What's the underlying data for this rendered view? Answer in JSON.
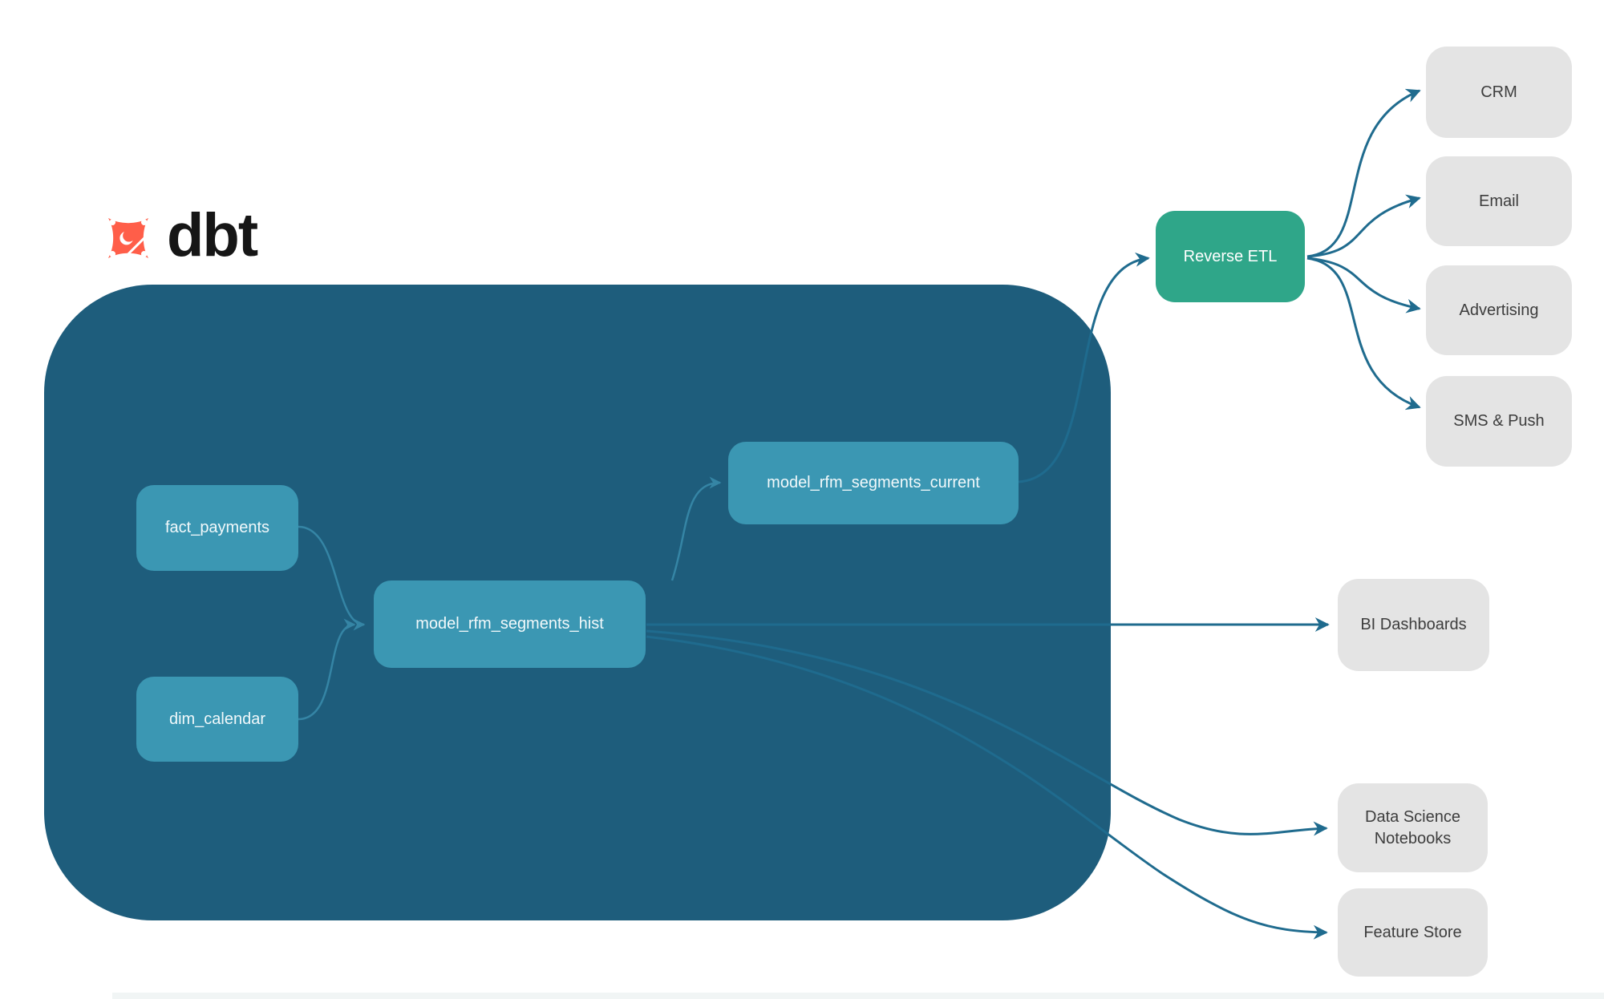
{
  "logo": {
    "wordmark": "dbt",
    "icon": "dbt-star-icon"
  },
  "warehouse": {
    "nodes": [
      {
        "id": "fact_payments",
        "label": "fact_payments"
      },
      {
        "id": "dim_calendar",
        "label": "dim_calendar"
      },
      {
        "id": "model_rfm_segments_hist",
        "label": "model_rfm_segments_hist"
      },
      {
        "id": "model_rfm_segments_current",
        "label": "model_rfm_segments_current"
      }
    ]
  },
  "reverse_etl": {
    "label": "Reverse ETL"
  },
  "activation_destinations": [
    {
      "label": "CRM"
    },
    {
      "label": "Email"
    },
    {
      "label": "Advertising"
    },
    {
      "label": "SMS & Push"
    }
  ],
  "analytics_destinations": [
    {
      "label": "BI Dashboards"
    },
    {
      "label": "Data Science Notebooks"
    },
    {
      "label": "Feature Store"
    }
  ],
  "colors": {
    "warehouse_container": "#1e5d7c",
    "model_node": "#3b97b3",
    "reverse_etl_node": "#2fa689",
    "destination_node": "#e4e4e4",
    "edge_outside": "#1f6b8e",
    "edge_inside": "#3585a5",
    "logo_orange": "#ff5e49",
    "wordmark_text": "#161616"
  }
}
